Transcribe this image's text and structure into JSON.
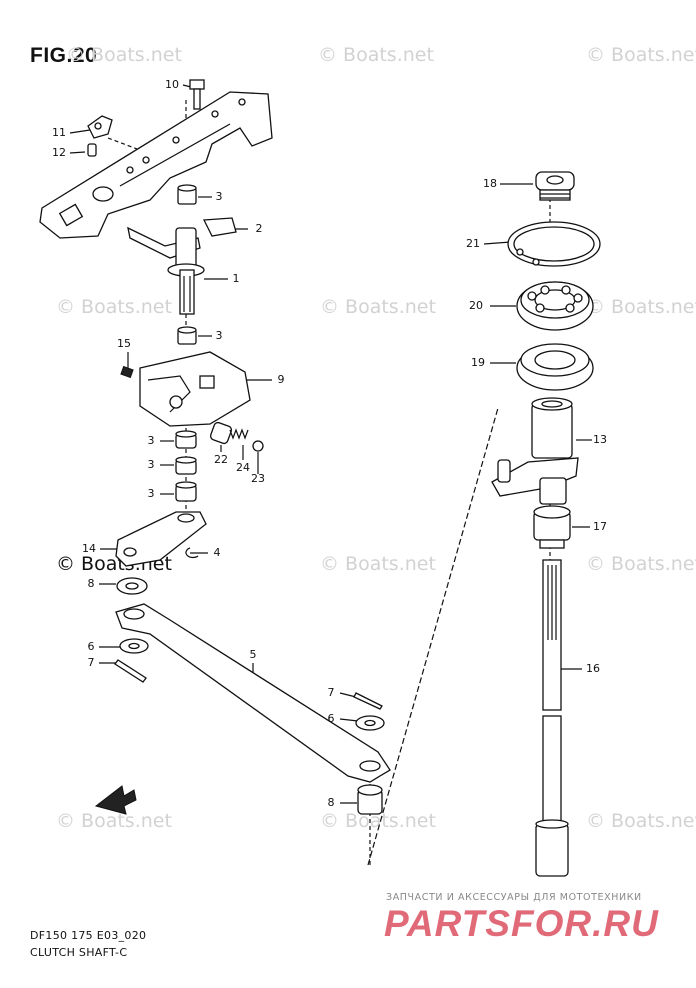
{
  "figure_title": "FIG.20",
  "watermark_text": "© Boats.net",
  "callouts": [
    "10",
    "11",
    "12",
    "3",
    "2",
    "1",
    "3",
    "15",
    "9",
    "3",
    "3",
    "3",
    "22",
    "24",
    "23",
    "14",
    "4",
    "8",
    "6",
    "7",
    "5",
    "7",
    "6",
    "8",
    "18",
    "21",
    "20",
    "19",
    "13",
    "17",
    "16"
  ],
  "footer": {
    "model": "DF150 175 E03_020",
    "caption": "CLUTCH SHAFT-C"
  },
  "shop": {
    "tagline": "ЗАПЧАСТИ И АКСЕССУАРЫ ДЛЯ МОТОТЕХНИКИ",
    "logo": "PARTSFOR.RU"
  }
}
